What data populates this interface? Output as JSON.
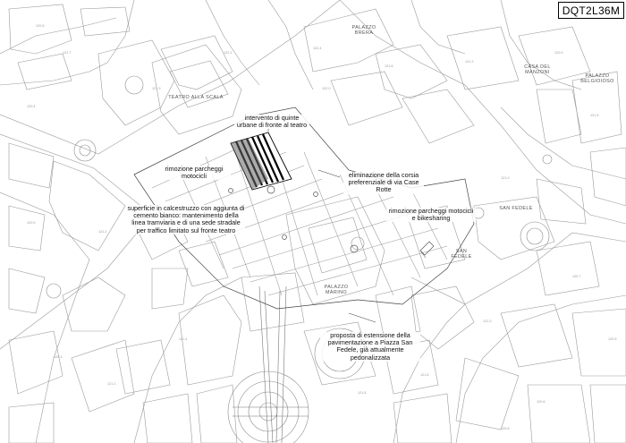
{
  "sheet_code": "DQT2L36M",
  "annotations": {
    "quinte": "intervento di quinte urbane di fronte al teatro",
    "parcheggi_left": "rimozione parcheggi motocicli",
    "corsia": "eliminazione della corsia preferenziale di via Case Rotte",
    "parcheggi_right": "rimozione parcheggi motocicli e bikesharing",
    "superficie": "superficie in calcestruzzo con aggiunta di cemento bianco: mantenimento della linea tramviaria e di una sede stradale per traffico limitato sul fronte teatro",
    "estensione": "proposta di estensione della pavimentazione a Piazza San Fedele, già attualmente pedonalizzata"
  },
  "places": {
    "teatro": "TEATRO ALLA SCALA",
    "brera": "PALAZZO BRERA",
    "manzoni": "CASA DEL MANZONI",
    "belgioioso": "PALAZZO BELGIOIOSO",
    "san_fedele": "SAN FEDELE",
    "san_fedele_church": "SAN FEDELE",
    "marino": "PALAZZO MARINO"
  },
  "colors": {
    "line": "#8a8a8a",
    "dark_line": "#333333",
    "hatch": "#000000"
  }
}
